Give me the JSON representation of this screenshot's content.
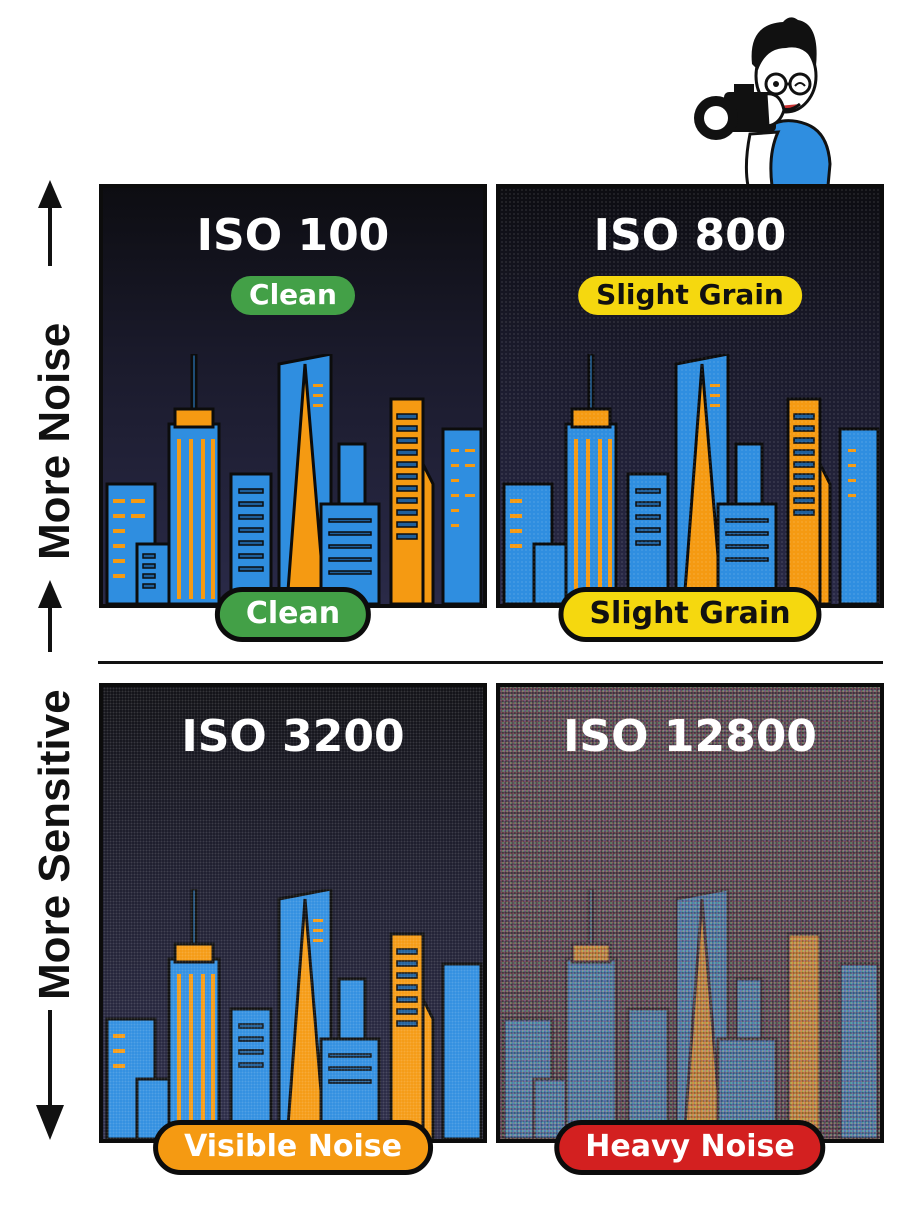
{
  "axis": {
    "label_upper": "More Noise",
    "label_lower": "More Sensitive",
    "arrow_direction": "up-and-down"
  },
  "mascot": {
    "description": "cartoon photographer with camera, winking",
    "shirt_color": "#2f8ee0"
  },
  "panels": [
    {
      "iso": "ISO 100",
      "tag_top": "Clean",
      "tag_bottom": "Clean",
      "tag_color": "#43a047",
      "tag_text_color": "#ffffff",
      "noise_level": "none"
    },
    {
      "iso": "ISO 800",
      "tag_top": "Slight Grain",
      "tag_bottom": "Slight Grain",
      "tag_color": "#f5d80f",
      "tag_text_color": "#111111",
      "noise_level": "slight"
    },
    {
      "iso": "ISO 3200",
      "tag_bottom": "Visible Noise",
      "tag_color": "#f59a12",
      "tag_text_color": "#ffffff",
      "noise_level": "visible"
    },
    {
      "iso": "ISO 12800",
      "tag_bottom": "Heavy Noise",
      "tag_color": "#d32020",
      "tag_text_color": "#ffffff",
      "noise_level": "heavy"
    }
  ],
  "colors": {
    "sky_top": "#0d0d12",
    "sky_bottom": "#262643",
    "building_blue": "#2f8ee0",
    "building_orange": "#f59a12",
    "outline": "#0c0c0c"
  }
}
